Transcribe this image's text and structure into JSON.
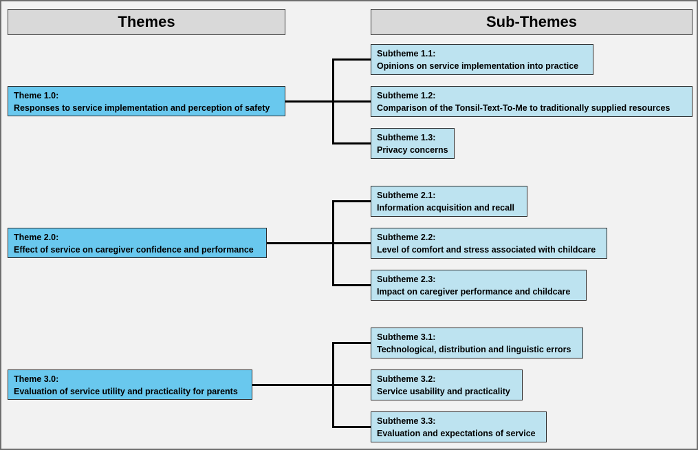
{
  "headers": {
    "themes": "Themes",
    "subthemes": "Sub-Themes"
  },
  "groups": [
    {
      "theme": {
        "id": "Theme 1.0:",
        "text": "Responses to service implementation and perception of safety"
      },
      "subthemes": [
        {
          "id": "Subtheme 1.1:",
          "text": "Opinions on service implementation into practice"
        },
        {
          "id": "Subtheme 1.2:",
          "text": "Comparison of the Tonsil-Text-To-Me to traditionally supplied resources"
        },
        {
          "id": "Subtheme 1.3:",
          "text": "Privacy concerns"
        }
      ]
    },
    {
      "theme": {
        "id": "Theme 2.0:",
        "text": "Effect of service on caregiver confidence and performance"
      },
      "subthemes": [
        {
          "id": "Subtheme 2.1:",
          "text": "Information acquisition and recall"
        },
        {
          "id": "Subtheme 2.2:",
          "text": "Level of comfort and stress associated with childcare"
        },
        {
          "id": "Subtheme 2.3:",
          "text": "Impact on caregiver performance and childcare"
        }
      ]
    },
    {
      "theme": {
        "id": "Theme 3.0:",
        "text": "Evaluation of service utility and practicality for parents"
      },
      "subthemes": [
        {
          "id": "Subtheme 3.1:",
          "text": "Technological, distribution and linguistic errors"
        },
        {
          "id": "Subtheme 3.2:",
          "text": "Service usability and practicality"
        },
        {
          "id": "Subtheme 3.3:",
          "text": "Evaluation and expectations of service"
        }
      ]
    }
  ],
  "colors": {
    "theme_fill": "#69c8ee",
    "subtheme_fill": "#bde3f0",
    "header_fill": "#d9d9d9",
    "background": "#f2f2f2",
    "connector": "#000000"
  }
}
